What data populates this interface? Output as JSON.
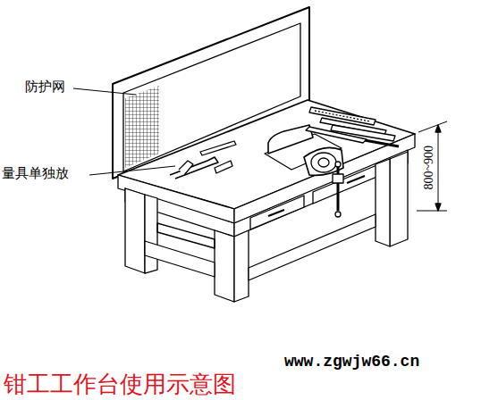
{
  "diagram": {
    "caption": "钳工工作台使用示意图",
    "labels": [
      "防护网",
      "量具单独放",
      "800~900",
      "www.zgwjw66.cn"
    ]
  }
}
